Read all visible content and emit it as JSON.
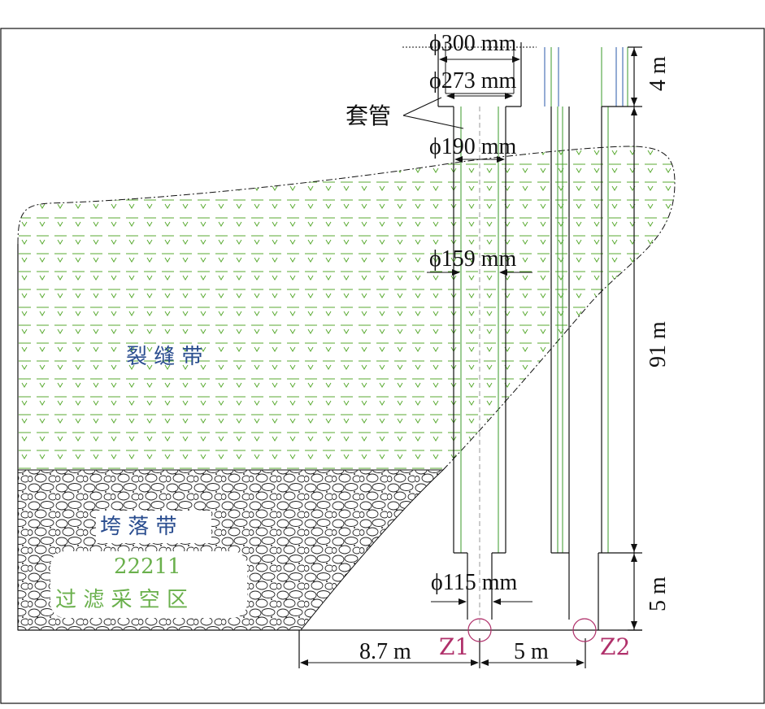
{
  "labels": {
    "d300": "ϕ300 mm",
    "d273": "ϕ273 mm",
    "casing": "套管",
    "d190": "ϕ190 mm",
    "d159": "ϕ159 mm",
    "d115": "ϕ115 mm",
    "fracture_zone": "裂 缝 带",
    "caving_zone": "垮 落 带",
    "panel_number": "22211",
    "panel_desc": "过 滤 采 空 区",
    "len_4m": "4 m",
    "len_91m": "91 m",
    "len_5m": "5 m",
    "len_8_7m": "8.7 m",
    "len_5m_bottom": "5 m",
    "z1": "Z1",
    "z2": "Z2"
  },
  "colors": {
    "fracture_mark": "#5aaa32",
    "zone_label": "#2a4d8f",
    "panel_label": "#6ab04c",
    "hole_marker": "#b0306a",
    "line": "#111111",
    "pipe_green": "#3a9a2a",
    "pipe_blue": "#2a5aa8"
  }
}
